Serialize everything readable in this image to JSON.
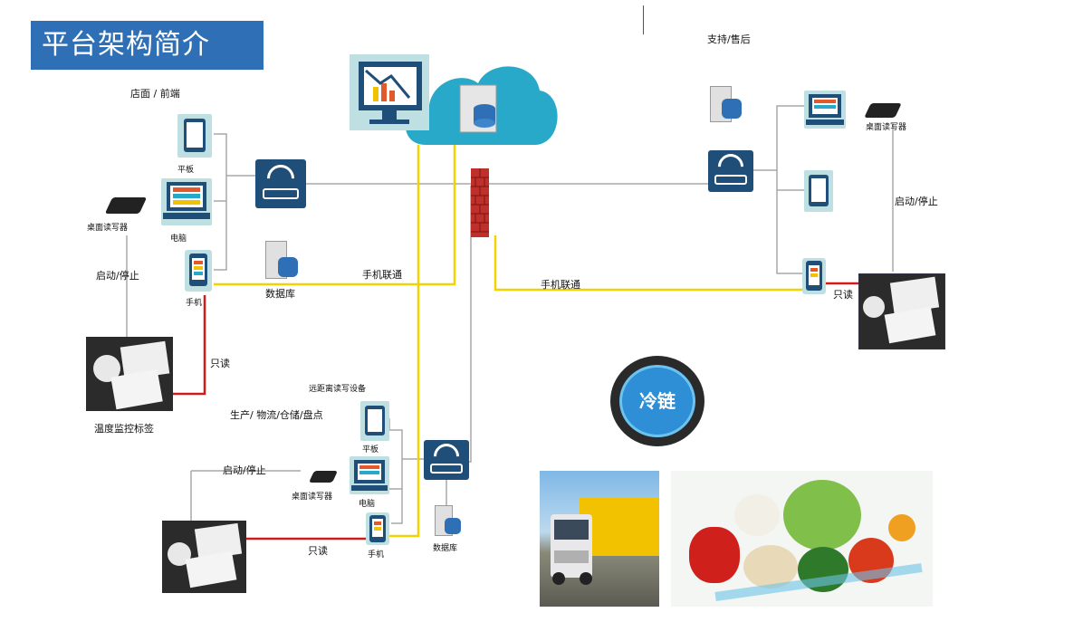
{
  "title": "平台架构简介",
  "labels": {
    "store_front": "店面 / 前端",
    "tablet": "平板",
    "computer": "电脑",
    "phone": "手机",
    "desktop_reader": "桌面读写器",
    "start_stop": "启动/停止",
    "read_only": "只读",
    "temp_tag": "温度监控标签",
    "database": "数据库",
    "mobile_link": "手机联通",
    "support": "支持/售后",
    "long_range": "远距离读写设备",
    "production": "生产/ 物流/仓储/盘点",
    "cold_chain": "冷链"
  },
  "colors": {
    "title_bg": "#2e6fb5",
    "router": "#1f4e79",
    "cloud": "#29a9c9",
    "yellow_link": "#f2d200",
    "red_link": "#d21a1a",
    "gray_link": "#a0a0a0",
    "firewall": "#c0302a"
  }
}
